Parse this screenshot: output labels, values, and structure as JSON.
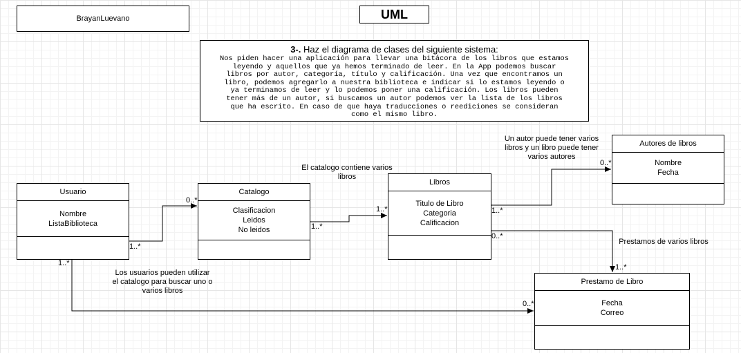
{
  "author": "BrayanLuevano",
  "heading": "UML",
  "task": {
    "number": "3-.",
    "title": "Haz el diagrama de clases del siguiente sistema:",
    "lines": [
      "Nos piden hacer una aplicación para llevar una bitácora de los libros que estamos",
      "leyendo y aquellos que ya hemos terminado de leer.  En la App podemos buscar",
      "libros por autor, categoría, título y calificación. Una vez que encontramos un",
      "libro, podemos agregarlo a nuestra biblioteca e indicar si lo estamos leyendo o",
      "ya terminamos de leer y lo podemos poner una calificación. Los libros pueden",
      "tener más de un autor, si buscamos un autor podemos ver la lista de los libros",
      "que ha escrito. En caso de que haya traducciones o reediciones  se consideran",
      "como el mismo libro."
    ]
  },
  "classes": {
    "usuario": {
      "name": "Usuario",
      "attrs": [
        "Nombre",
        "ListaBiblioteca"
      ]
    },
    "catalogo": {
      "name": "Catalogo",
      "attrs": [
        "Clasificacion",
        "Leidos",
        "No leidos"
      ]
    },
    "libros": {
      "name": "Libros",
      "attrs": [
        "Titulo de Libro",
        "Categoria",
        "Calificacion"
      ]
    },
    "autores": {
      "name": "Autores de libros",
      "attrs": [
        "Nombre",
        "Fecha"
      ]
    },
    "prestamo": {
      "name": "Prestamo de Libro",
      "attrs": [
        "Fecha",
        "Correo"
      ]
    }
  },
  "notes": {
    "catalogo_libros": [
      "El catalogo contiene varios",
      "libros"
    ],
    "autor_libros": [
      "Un autor puede tener varios",
      "libros y un libro puede tener",
      "varios autores"
    ],
    "prestamos": [
      "Prestamos de varios libros"
    ],
    "usuarios_catalogo": [
      "Los usuarios pueden utilizar",
      "el catalogo para buscar uno o",
      "varios libros"
    ]
  },
  "multiplicities": {
    "usuario_catalogo_src": "1..*",
    "usuario_catalogo_dst": "0..*",
    "catalogo_libros_src": "1..*",
    "catalogo_libros_dst": "1..*",
    "libros_autores_src": "1..*",
    "libros_autores_dst": "0..*",
    "libros_prestamo_src": "0..*",
    "libros_prestamo_dst": "1..*",
    "usuario_prestamo_src": "1..*",
    "usuario_prestamo_dst": "0..*"
  }
}
